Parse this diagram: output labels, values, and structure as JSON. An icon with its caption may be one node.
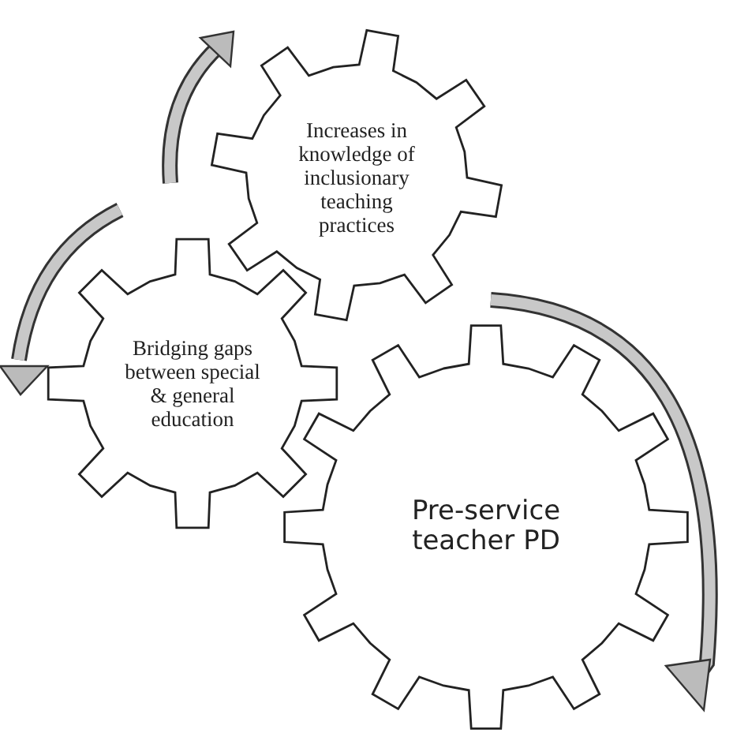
{
  "diagram": {
    "nodes": [
      {
        "text": [
          "Increases in knowledge of inclusionary teaching practices"
        ]
      },
      {
        "text": [
          "Bridging gaps between special & general education"
        ]
      },
      {
        "text": [
          "Pre-service teacher PD"
        ]
      }
    ]
  }
}
